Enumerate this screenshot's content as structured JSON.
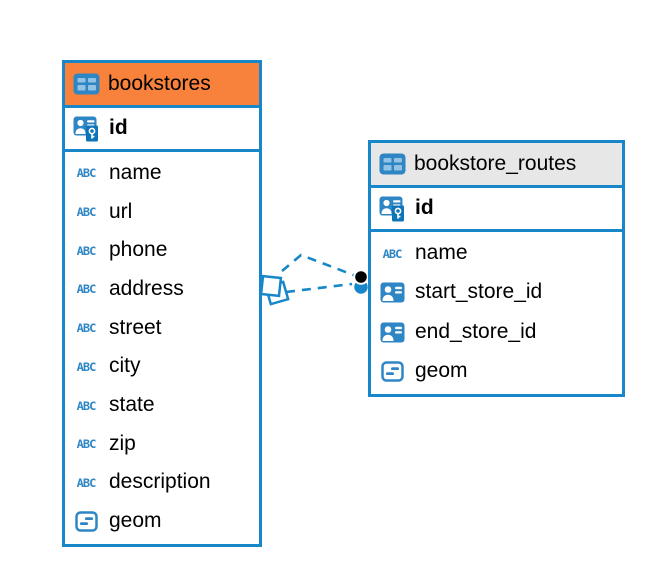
{
  "colors": {
    "accent_blue": "#1787c9",
    "selected_header_orange": "#f8813c",
    "header_gray": "#e7e7e7",
    "icon_blue": "#2e86c5",
    "icon_dark_blue": "#0f73b8",
    "text": "#000000",
    "relation_line_blue": "#1787c9",
    "relation_dot_black": "#000000"
  },
  "icons": {
    "abc_text": "ABC"
  },
  "bookstores_table": {
    "title": "bookstores",
    "pk_label": "id",
    "pk_icon": "person-key-icon",
    "fields": [
      {
        "label": "name",
        "icon": "abc-icon"
      },
      {
        "label": "url",
        "icon": "abc-icon"
      },
      {
        "label": "phone",
        "icon": "abc-icon"
      },
      {
        "label": "address",
        "icon": "abc-icon"
      },
      {
        "label": "street",
        "icon": "abc-icon"
      },
      {
        "label": "city",
        "icon": "abc-icon"
      },
      {
        "label": "state",
        "icon": "abc-icon"
      },
      {
        "label": "zip",
        "icon": "abc-icon"
      },
      {
        "label": "description",
        "icon": "abc-icon"
      },
      {
        "label": "geom",
        "icon": "geometry-icon"
      }
    ]
  },
  "routes_table": {
    "title": "bookstore_routes",
    "pk_label": "id",
    "pk_icon": "person-key-icon",
    "fields": [
      {
        "label": "name",
        "icon": "abc-icon"
      },
      {
        "label": "start_store_id",
        "icon": "person-fk-icon"
      },
      {
        "label": "end_store_id",
        "icon": "person-fk-icon"
      },
      {
        "label": "geom",
        "icon": "geometry-icon"
      }
    ]
  },
  "relationship": {
    "line_style": "dashed",
    "color": "#1787c9",
    "from_table": "bookstores",
    "to_table": "bookstore_routes"
  }
}
